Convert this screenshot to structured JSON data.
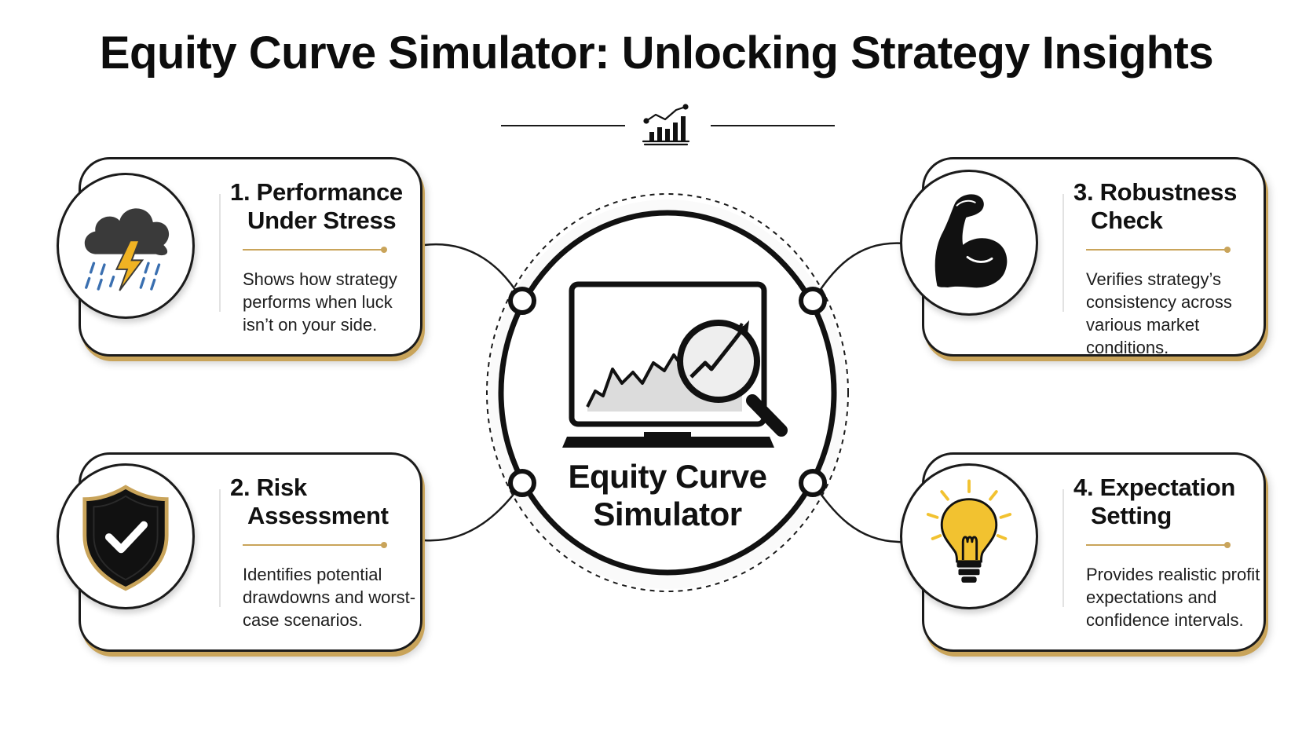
{
  "title": "Equity Curve Simulator: Unlocking Strategy Insights",
  "title_icon": "chart-analytics-icon",
  "center": {
    "label_line1": "Equity Curve",
    "label_line2": "Simulator",
    "icon": "laptop-magnifier-chart-icon"
  },
  "cards": [
    {
      "number": "1.",
      "title_line1": "Performance",
      "title_line2": "Under Stress",
      "description": "Shows how strategy performs when luck isn’t on your side.",
      "icon": "storm-cloud-icon"
    },
    {
      "number": "2.",
      "title_line1": "Risk",
      "title_line2": "Assessment",
      "description": "Identifies potential drawdowns and worst-case scenarios.",
      "icon": "shield-check-icon"
    },
    {
      "number": "3.",
      "title_line1": "Robustness",
      "title_line2": "Check",
      "description": "Verifies strategy’s consistency across various market conditions.",
      "icon": "flexed-arm-icon"
    },
    {
      "number": "4.",
      "title_line1": "Expectation",
      "title_line2": "Setting",
      "description": "Provides realistic profit expectations and confidence intervals.",
      "icon": "lightbulb-icon"
    }
  ],
  "colors": {
    "accent_gold": "#c9a45a",
    "bulb_yellow": "#f2c230",
    "lightning_yellow": "#f0b323",
    "rain_blue": "#3a6fb0",
    "ink": "#111111"
  }
}
